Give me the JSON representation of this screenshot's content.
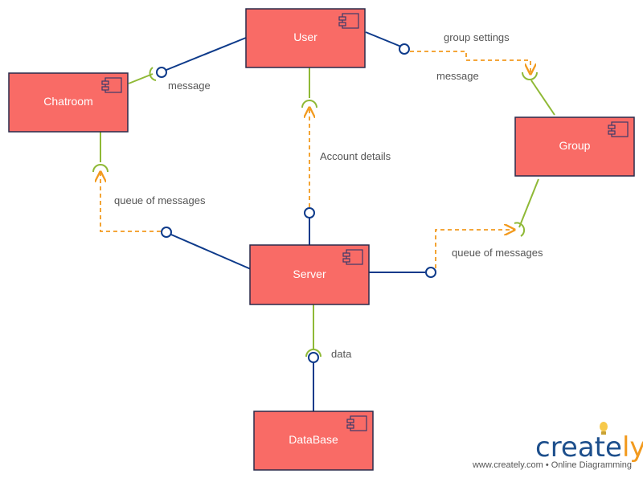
{
  "diagram": {
    "components": {
      "user": "User",
      "chatroom": "Chatroom",
      "group": "Group",
      "server": "Server",
      "database": "DataBase"
    },
    "labels": {
      "user_chatroom_message": "message",
      "group_settings": "group settings",
      "group_message": "message",
      "account_details": "Account details",
      "chatroom_queue": "queue of messages",
      "group_queue": "queue of messages",
      "db_data": "data"
    },
    "colors": {
      "component_fill": "#f96b66",
      "component_stroke": "#2a2a4a",
      "provided_line": "#0d3a8a",
      "required_line": "#8fb936",
      "dependency": "#f29a1e"
    }
  },
  "brand": {
    "name_main": "creat",
    "name_accent": "ly",
    "name_e": "e",
    "tagline": "www.creately.com • Online Diagramming"
  }
}
